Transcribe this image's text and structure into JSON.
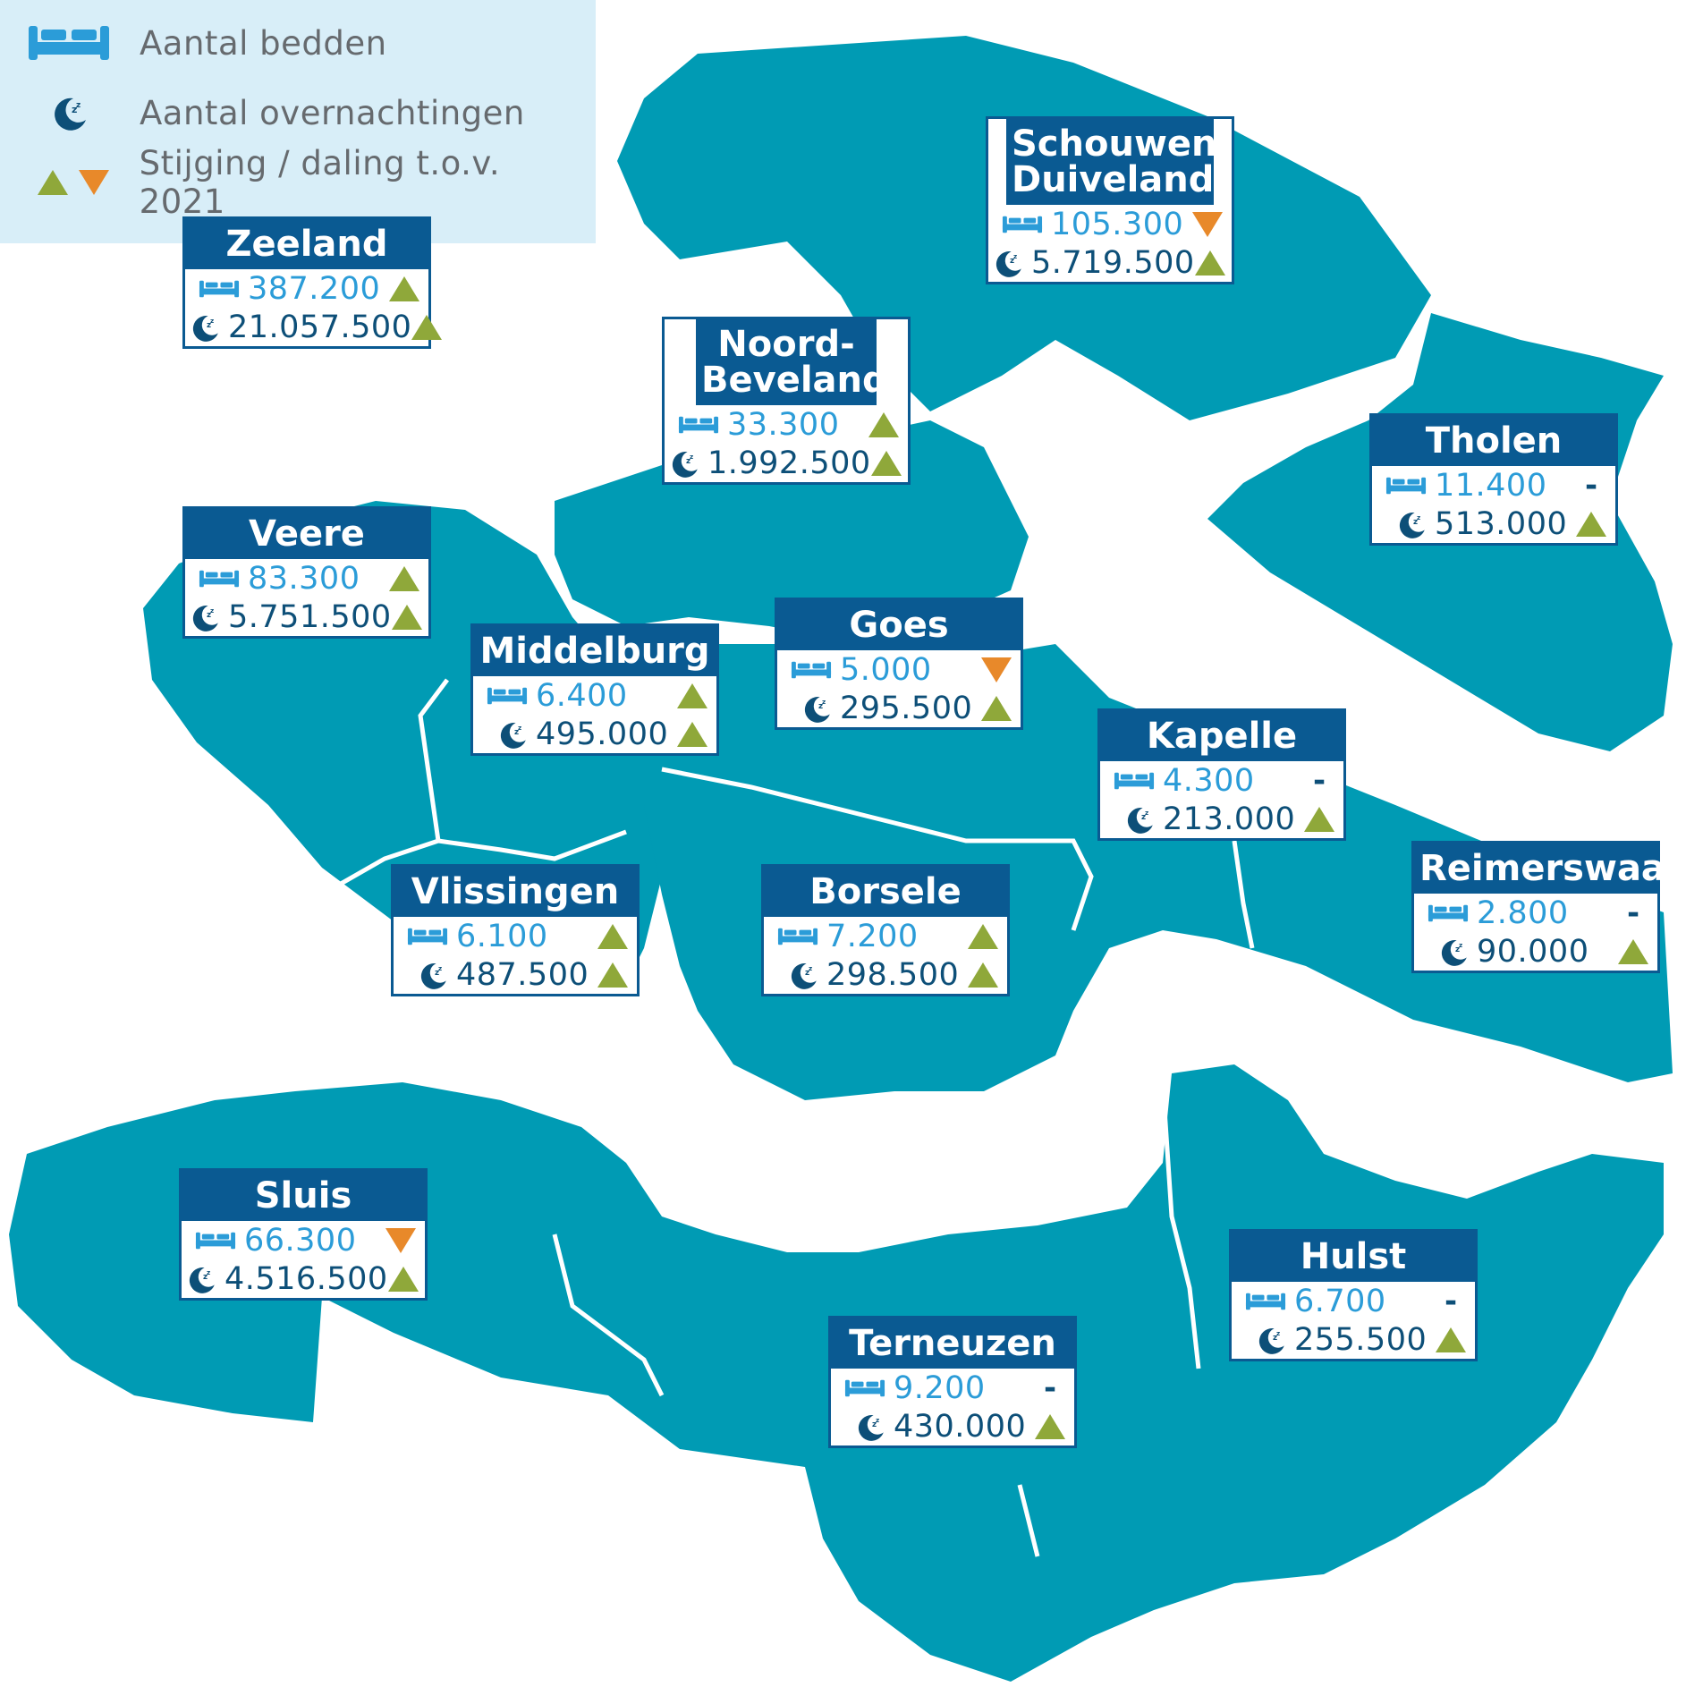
{
  "legend": {
    "beds_label": "Aantal bedden",
    "nights_label": "Aantal overnachtingen",
    "trend_label": "Stijging / daling t.o.v. 2021"
  },
  "colors": {
    "land": "#009bb4",
    "water": "#ffffff",
    "card_header": "#0a5a92",
    "beds_value": "#2b9cd8",
    "nights_value": "#0d4f78",
    "up": "#8fa83a",
    "down": "#e8892a",
    "legend_bg": "#d8eef8"
  },
  "icons": {
    "beds": "bed-icon",
    "nights": "moon-sleep-icon",
    "up": "triangle-up-icon",
    "down": "triangle-down-icon",
    "unchanged": "dash"
  },
  "regions": [
    {
      "name": "Zeeland",
      "beds": "387.200",
      "beds_trend": "up",
      "nights": "21.057.500",
      "nights_trend": "up"
    },
    {
      "name": "Schouwen-Duiveland",
      "beds": "105.300",
      "beds_trend": "down",
      "nights": "5.719.500",
      "nights_trend": "up"
    },
    {
      "name": "Noord-Beveland",
      "beds": "33.300",
      "beds_trend": "up",
      "nights": "1.992.500",
      "nights_trend": "up"
    },
    {
      "name": "Tholen",
      "beds": "11.400",
      "beds_trend": "-",
      "nights": "513.000",
      "nights_trend": "up"
    },
    {
      "name": "Veere",
      "beds": "83.300",
      "beds_trend": "up",
      "nights": "5.751.500",
      "nights_trend": "up"
    },
    {
      "name": "Middelburg",
      "beds": "6.400",
      "beds_trend": "up",
      "nights": "495.000",
      "nights_trend": "up"
    },
    {
      "name": "Goes",
      "beds": "5.000",
      "beds_trend": "down",
      "nights": "295.500",
      "nights_trend": "up"
    },
    {
      "name": "Kapelle",
      "beds": "4.300",
      "beds_trend": "-",
      "nights": "213.000",
      "nights_trend": "up"
    },
    {
      "name": "Vlissingen",
      "beds": "6.100",
      "beds_trend": "up",
      "nights": "487.500",
      "nights_trend": "up"
    },
    {
      "name": "Borsele",
      "beds": "7.200",
      "beds_trend": "up",
      "nights": "298.500",
      "nights_trend": "up"
    },
    {
      "name": "Reimerswaal",
      "beds": "2.800",
      "beds_trend": "-",
      "nights": "90.000",
      "nights_trend": "up"
    },
    {
      "name": "Sluis",
      "beds": "66.300",
      "beds_trend": "down",
      "nights": "4.516.500",
      "nights_trend": "up"
    },
    {
      "name": "Hulst",
      "beds": "6.700",
      "beds_trend": "-",
      "nights": "255.500",
      "nights_trend": "up"
    },
    {
      "name": "Terneuzen",
      "beds": "9.200",
      "beds_trend": "-",
      "nights": "430.000",
      "nights_trend": "up"
    }
  ]
}
